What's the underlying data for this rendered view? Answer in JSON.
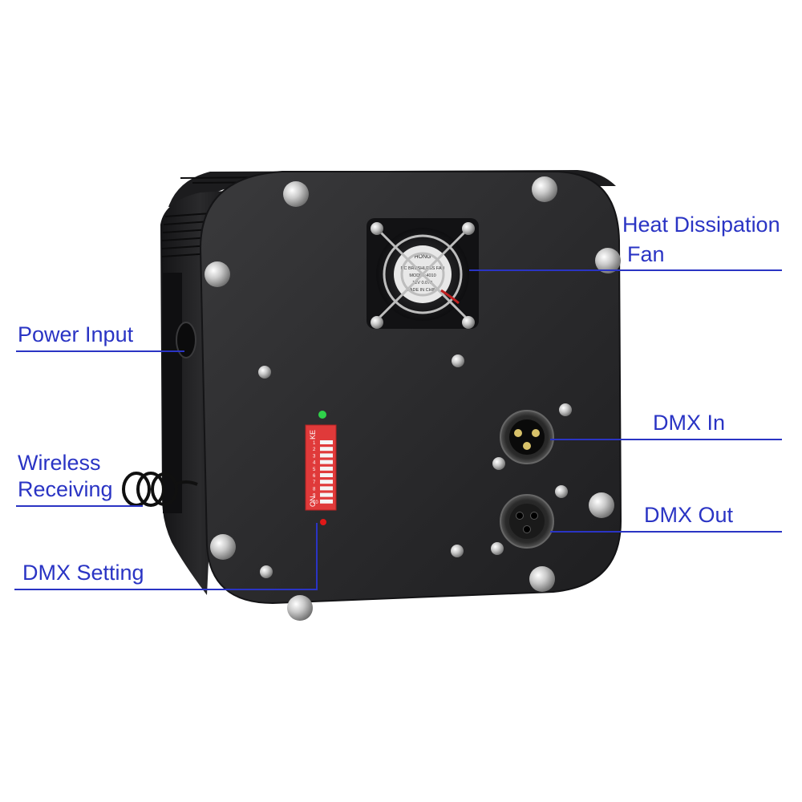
{
  "callouts": {
    "heat_dissipation_fan": {
      "line1": "Heat Dissipation",
      "line2": "Fan"
    },
    "power_input": "Power Input",
    "wireless_receiving": {
      "line1": "Wireless",
      "line2": "Receiving"
    },
    "dmx_setting": "DMX Setting",
    "dmx_in": "DMX In",
    "dmx_out": "DMX Out"
  },
  "dip_switch": {
    "header": "KE",
    "on_label": "ON",
    "numbers": [
      "1",
      "2",
      "3",
      "4",
      "5",
      "6",
      "7",
      "8",
      "9",
      "10"
    ]
  },
  "fan_label": {
    "brand": "HONG",
    "line1": "DC BRUSHLESS FAN",
    "line2": "MODEL:4010",
    "line3": "12V 0.07A",
    "line4": "MADE IN CHINA"
  },
  "colors": {
    "label_blue": "#2a34c4",
    "panel": "#2b2b2d",
    "dip_red": "#e03a3a",
    "led_green": "#2fd24a",
    "led_red": "#e01818"
  }
}
